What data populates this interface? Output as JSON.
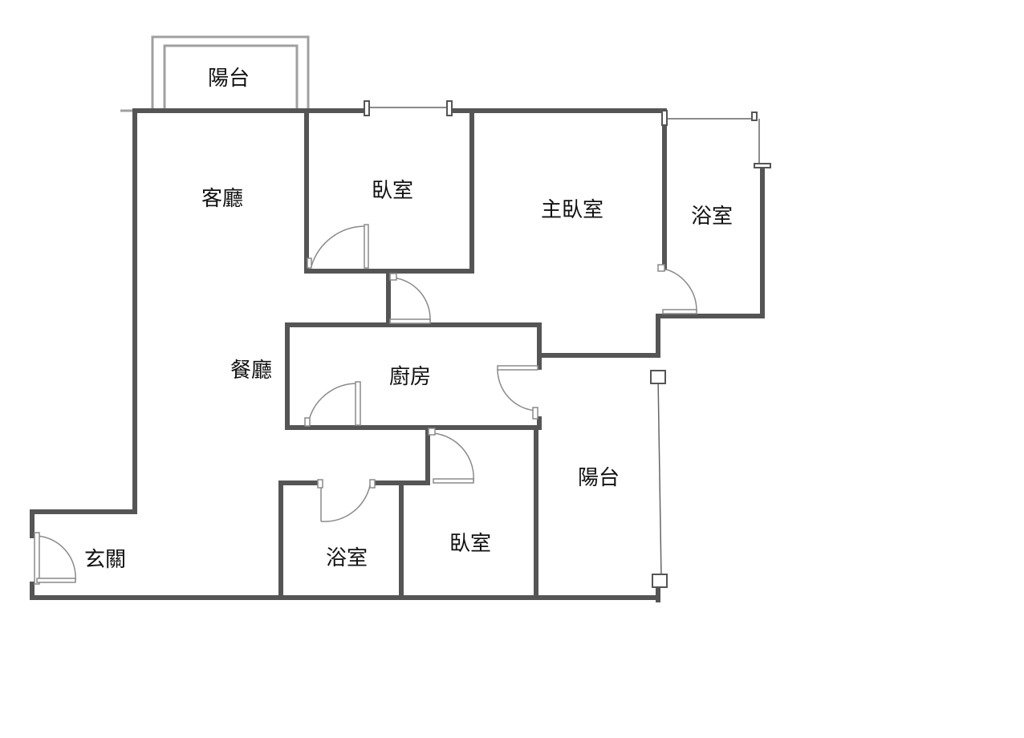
{
  "colors": {
    "wall": "#555555",
    "door": "#8a8a8a",
    "window": "#666666",
    "balcony_frame": "#a0a0a0",
    "text": "#111111"
  },
  "rooms": {
    "balcony_top": "陽台",
    "living_room": "客廳",
    "bedroom_1": "臥室",
    "master_bedroom": "主臥室",
    "bathroom_master": "浴室",
    "dining_room": "餐廳",
    "kitchen": "廚房",
    "balcony_side": "陽台",
    "entrance": "玄關",
    "bathroom_2": "浴室",
    "bedroom_2": "臥室"
  }
}
